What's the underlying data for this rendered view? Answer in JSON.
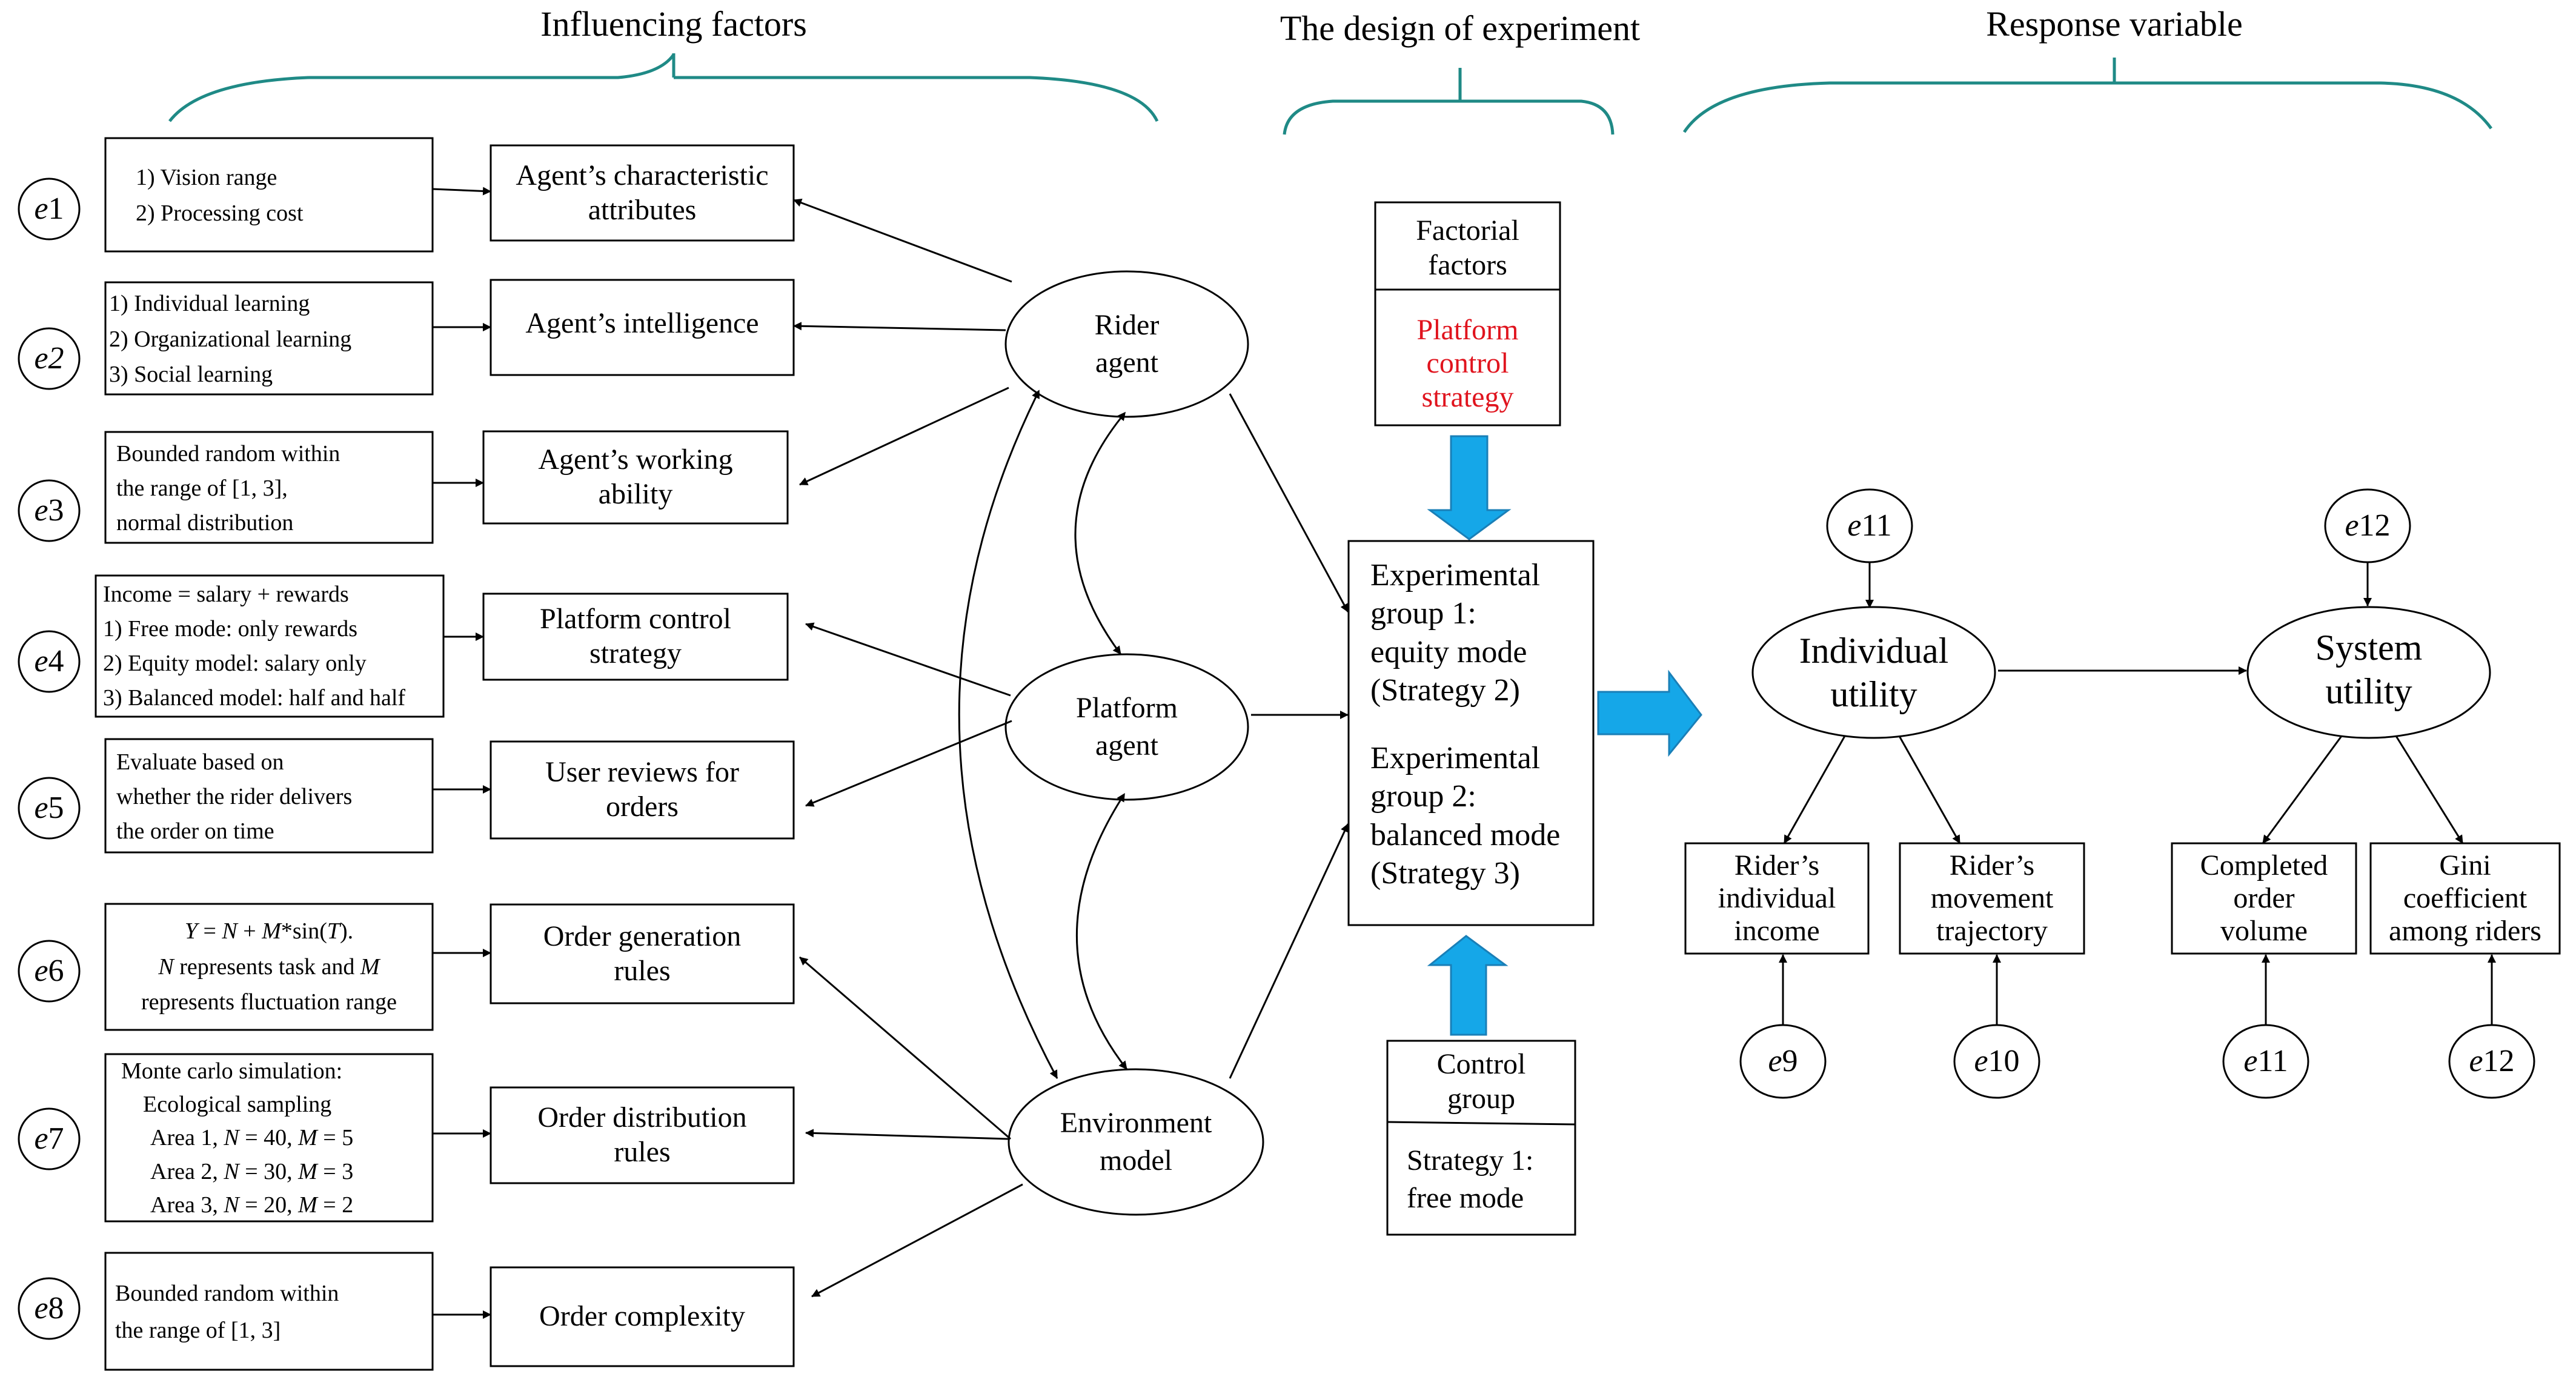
{
  "headers": {
    "influencing": "Influencing factors",
    "design": "The design of experiment",
    "response": "Response variable"
  },
  "errors": {
    "e1": {
      "letter": "e",
      "num": "1"
    },
    "e2": {
      "letter": "e",
      "num": "2"
    },
    "e3": {
      "letter": "e",
      "num": "3"
    },
    "e4": {
      "letter": "e",
      "num": "4"
    },
    "e5": {
      "letter": "e",
      "num": "5"
    },
    "e6": {
      "letter": "e",
      "num": "6"
    },
    "e7": {
      "letter": "e",
      "num": "7"
    },
    "e8": {
      "letter": "e",
      "num": "8"
    },
    "e9": {
      "letter": "e",
      "num": "9"
    },
    "e10": {
      "letter": "e",
      "num": "10"
    },
    "e11a": {
      "letter": "e",
      "num": "11"
    },
    "e12a": {
      "letter": "e",
      "num": "12"
    },
    "e11b": {
      "letter": "e",
      "num": "11"
    },
    "e12b": {
      "letter": "e",
      "num": "12"
    }
  },
  "details": {
    "d1": [
      "1) Vision range",
      "2) Processing cost"
    ],
    "d2": [
      "1) Individual learning",
      "2) Organizational learning",
      "3) Social learning"
    ],
    "d3": [
      "Bounded random within",
      "the range of [1, 3],",
      "normal distribution"
    ],
    "d4": [
      "Income = salary + rewards",
      "1) Free mode: only rewards",
      "2) Equity model: salary only",
      "3) Balanced model: half and half"
    ],
    "d5": [
      "Evaluate based on",
      "whether the rider delivers",
      "the order on time"
    ],
    "d6": {
      "eq_y": "Y",
      "eq_eq": " = ",
      "eq_n": "N",
      "eq_plus": " + ",
      "eq_m": "M",
      "eq_sin": "*sin(",
      "eq_t": "T",
      "eq_end": ").",
      "l2_n": "N",
      "l2_txt": " represents task and ",
      "l2_m": "M",
      "l3": "represents fluctuation range"
    },
    "d7": {
      "l1": "Monte carlo simulation:",
      "l2": "Ecological sampling",
      "areas": [
        {
          "area": "Area 1, ",
          "n_sym": "N",
          "n_val": " = 40, ",
          "m_sym": "M",
          "m_val": " = 5"
        },
        {
          "area": "Area 2, ",
          "n_sym": "N",
          "n_val": " = 30, ",
          "m_sym": "M",
          "m_val": " = 3"
        },
        {
          "area": "Area 3, ",
          "n_sym": "N",
          "n_val": " = 20, ",
          "m_sym": "M",
          "m_val": " = 2"
        }
      ]
    },
    "d8": [
      "Bounded random within",
      "the range of [1, 3]"
    ]
  },
  "factors": {
    "f1": [
      "Agent’s characteristic",
      "attributes"
    ],
    "f2": [
      "Agent’s intelligence"
    ],
    "f3": [
      "Agent’s working",
      "ability"
    ],
    "f4": [
      "Platform control",
      "strategy"
    ],
    "f5": [
      "User reviews for",
      "orders"
    ],
    "f6": [
      "Order generation",
      "rules"
    ],
    "f7": [
      "Order distribution",
      "rules"
    ],
    "f8": [
      "Order complexity"
    ]
  },
  "agents": {
    "rider": [
      "Rider",
      "agent"
    ],
    "platform": [
      "Platform",
      "agent"
    ],
    "environment": [
      "Environment",
      "model"
    ]
  },
  "design": {
    "factorial_title": [
      "Factorial",
      "factors"
    ],
    "factorial_value": [
      "Platform",
      "control",
      "strategy"
    ],
    "experimental": [
      [
        "Experimental",
        "group 1:",
        "equity mode",
        "(Strategy 2)"
      ],
      [
        "Experimental",
        "group 2:",
        "balanced mode",
        "(Strategy 3)"
      ]
    ],
    "control_title": [
      "Control",
      "group"
    ],
    "control_value": [
      "Strategy 1:",
      "free mode"
    ]
  },
  "response": {
    "individual": [
      "Individual",
      "utility"
    ],
    "system": [
      "System",
      "utility"
    ],
    "r1": [
      "Rider’s",
      "individual",
      "income"
    ],
    "r2": [
      "Rider’s",
      "movement",
      "trajectory"
    ],
    "r3": [
      "Completed",
      "order",
      "volume"
    ],
    "r4": [
      "Gini",
      "coefficient",
      "among riders"
    ]
  },
  "colors": {
    "brace": "#1f8a86",
    "arrow_fill": "#15a7e8",
    "arrow_stroke": "#1a7fb7",
    "highlight_text": "#e0141e"
  }
}
